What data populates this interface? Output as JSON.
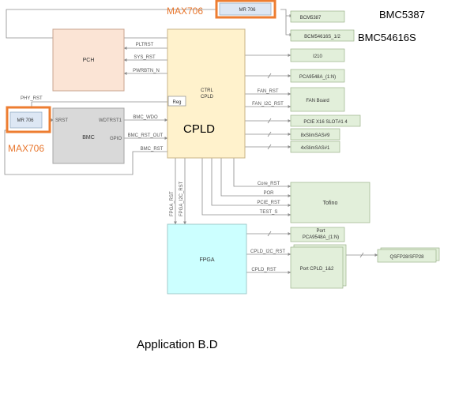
{
  "colors": {
    "orange_accent": "#ed7d31",
    "pch_fill": "#fbe4d5",
    "cpld_fill": "#fff2cc",
    "bmc_fill": "#d9d9d9",
    "fpga_fill": "#ccffff",
    "green_fill": "#e2efda",
    "line": "#8c8c8c"
  },
  "labels": {
    "max706_top": "MAX706",
    "max706_left": "MAX706",
    "mr706_top": "MR 706",
    "mr706_left": "MR 706",
    "bmc5387": "BMC5387",
    "bmc54616s": "BMC54616S",
    "pch": "PCH",
    "ctrl_cpld_1": "CTRL",
    "ctrl_cpld_2": "CPLD",
    "reg": "Reg",
    "cpld_big": "CPLD",
    "bmc": "BMC",
    "fpga": "FPGA",
    "tofino": "Tofino",
    "port_cpld": "Port CPLD_1&2",
    "qsfp": "QSFP28/SFP28",
    "bcm5387": "BCM5387",
    "bcm54616s": "BCM54616S_1/2",
    "i210": "I210",
    "pca9548a_top": "PCA9548A_(1:N)",
    "fan_board": "FAN Board",
    "pcie_x16": "PCIE X16 SLOT#1 4",
    "slimsas9": "8xSlimSAS#9",
    "slimsas1": "4xSlimSAS#1",
    "port_top": "Port",
    "pca9548a_bottom": "PCA9548A_(1:N)",
    "caption": "Application B.D"
  },
  "signals": {
    "pltrst": "PLTRST",
    "sys_rst": "SYS_RST",
    "pwrbtn_n": "PWRBTN_N",
    "phy_rst": "PHY_RST",
    "srst": "SRST",
    "wdtrst1": "WDTRST1",
    "bmc_wdo": "BMC_WDO",
    "gpio": "GPIO",
    "bmc_rst_out": "BMC_RST_OUT",
    "bmc_rst": "BMC_RST",
    "fan_rst": "FAN_RST",
    "fan_i2c_rst": "FAN_I2C_RST",
    "core_rst": "Core_RST",
    "por": "POR",
    "pcie_rst": "PCIE_RST",
    "test_s": "TEST_S",
    "fpga_rst": "FPGA_RST",
    "fpga_i2c_rst": "FPGA_I2C_RST",
    "cpld_i2c_rst": "CPLD_I2C_RST",
    "cpld_rst": "CPLD_RST"
  }
}
